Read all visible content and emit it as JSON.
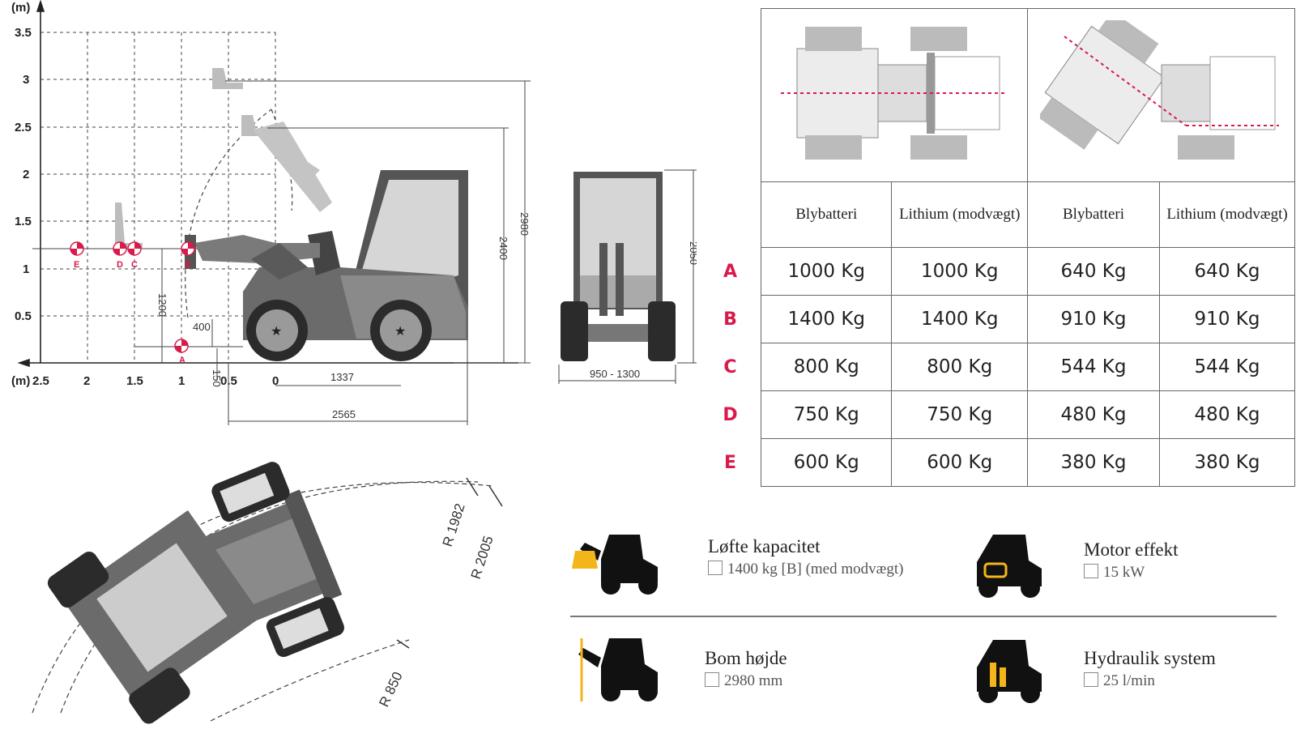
{
  "axes": {
    "y_unit": "(m)",
    "x_unit": "(m)",
    "y_ticks": [
      "3.5",
      "3",
      "2.5",
      "2",
      "1.5",
      "1",
      "0.5"
    ],
    "x_ticks": [
      "2.5",
      "2",
      "1.5",
      "1",
      "0.5",
      "0"
    ]
  },
  "dimensions": {
    "lift_2980": "2980",
    "lift_2400": "2400",
    "lift_1200": "1200",
    "reach_400": "400",
    "low_150": "150",
    "wheelbase": "1337",
    "length": "2565",
    "height_front": "2050",
    "width_front": "950 - 1300",
    "radius_outer": "R 2005",
    "radius_mid": "R 1982",
    "radius_inner": "R 850"
  },
  "points": [
    "E",
    "D",
    "C",
    "B",
    "A"
  ],
  "colors": {
    "accent": "#d81b4a",
    "machine_dark": "#555555",
    "machine_light": "#9a9a9a",
    "tire": "#2b2b2b",
    "icon_yellow": "#f2b51a"
  },
  "table": {
    "headers": [
      "Blybatteri",
      "Lithium (modvægt)",
      "Blybatteri",
      "Lithium (modvægt)"
    ],
    "rows": [
      {
        "label": "A",
        "values": [
          "1000 Kg",
          "1000 Kg",
          "640 Kg",
          "640 Kg"
        ]
      },
      {
        "label": "B",
        "values": [
          "1400 Kg",
          "1400 Kg",
          "910 Kg",
          "910 Kg"
        ]
      },
      {
        "label": "C",
        "values": [
          "800 Kg",
          "800 Kg",
          "544 Kg",
          "544 Kg"
        ]
      },
      {
        "label": "D",
        "values": [
          "750 Kg",
          "750 Kg",
          "480 Kg",
          "480 Kg"
        ]
      },
      {
        "label": "E",
        "values": [
          "600 Kg",
          "600 Kg",
          "380 Kg",
          "380 Kg"
        ]
      }
    ]
  },
  "specs": [
    {
      "title": "Løfte kapacitet",
      "value": "1400 kg [B] (med modvægt)",
      "icon": "weight-loader-icon"
    },
    {
      "title": "Motor effekt",
      "value": "15 kW",
      "icon": "engine-loader-icon"
    },
    {
      "title": "Bom højde",
      "value": "2980 mm",
      "icon": "boom-height-loader-icon"
    },
    {
      "title": "Hydraulik system",
      "value": "25 l/min",
      "icon": "hydraulic-loader-icon"
    }
  ]
}
